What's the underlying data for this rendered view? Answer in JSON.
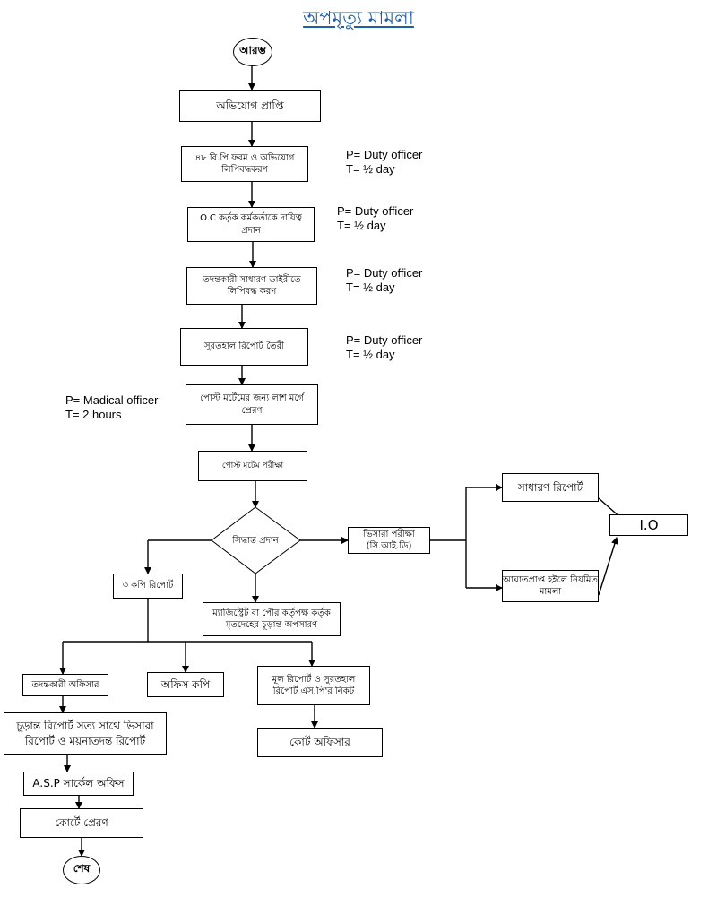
{
  "title": "অপমৃত্যু মামলা",
  "start": "আরম্ভ",
  "end": "শেষ",
  "boxes": {
    "complaint": "অভিযোগ প্রাপ্তি",
    "form48": "৪৮ বি.পি ফরম ও অভিযোগ লিপিবদ্ধকরণ",
    "oc_assign": "O.C কর্তৃক কর্মকর্তাকে দায়িত্ব প্রদান",
    "gd_entry": "তদন্তকারী সাধারণ ডাইরীতে লিপিবদ্ধ করণ",
    "inquest": "সুরতহাল রিপোর্ট তৈরী",
    "morgue": "পোস্ট মর্টেমের জন্য লাশ মর্গে প্রেরণ",
    "pm_exam": "পোস্ট মর্টেম পরীক্ষা",
    "decision": "সিদ্ধান্ত প্রদান",
    "viscera": "ভিসারা পরীক্ষা (সি.আই.ডি)",
    "general_report": "সাধারণ রিপোর্ট",
    "regular_case": "আঘাতপ্রাপ্ত হইলে নিয়মিত মামলা",
    "io": "I.O",
    "three_copies": "৩ কপি রিপোর্ট",
    "magistrate": "ম্যাজিস্ট্রেট বা পৌর কর্তৃপক্ষ কর্তৃক মৃতদেহের চূড়ান্ত অপসারণ",
    "investigating_officer": "তদন্তকারী অফিসার",
    "office_copy": "অফিস কপি",
    "original_report": "মূল রিপোর্ট ও সুরতহাল রিপোর্ট এস.পি'র নিকট",
    "court_officer": "কোর্ট অফিসার",
    "final_report": "চূড়ান্ত রিপোর্ট সত্য সাথে ভিসারা রিপোর্ট ও ময়নাতদন্ত রিপোর্ট",
    "asp_office": "A.S.P সার্কেল অফিস",
    "send_court": "কোর্টে প্রেরণ"
  },
  "notes": {
    "n1": {
      "p": "P= Duty officer",
      "t": "T= ½ day"
    },
    "n2": {
      "p": "P= Duty officer",
      "t": "T= ½ day"
    },
    "n3": {
      "p": "P= Duty officer",
      "t": "T= ½ day"
    },
    "n4": {
      "p": "P= Duty officer",
      "t": "T= ½ day"
    },
    "n5": {
      "p": "P= Madical officer",
      "t": "T= 2 hours"
    }
  },
  "colors": {
    "title": "#1f5fa8",
    "line": "#000000"
  }
}
